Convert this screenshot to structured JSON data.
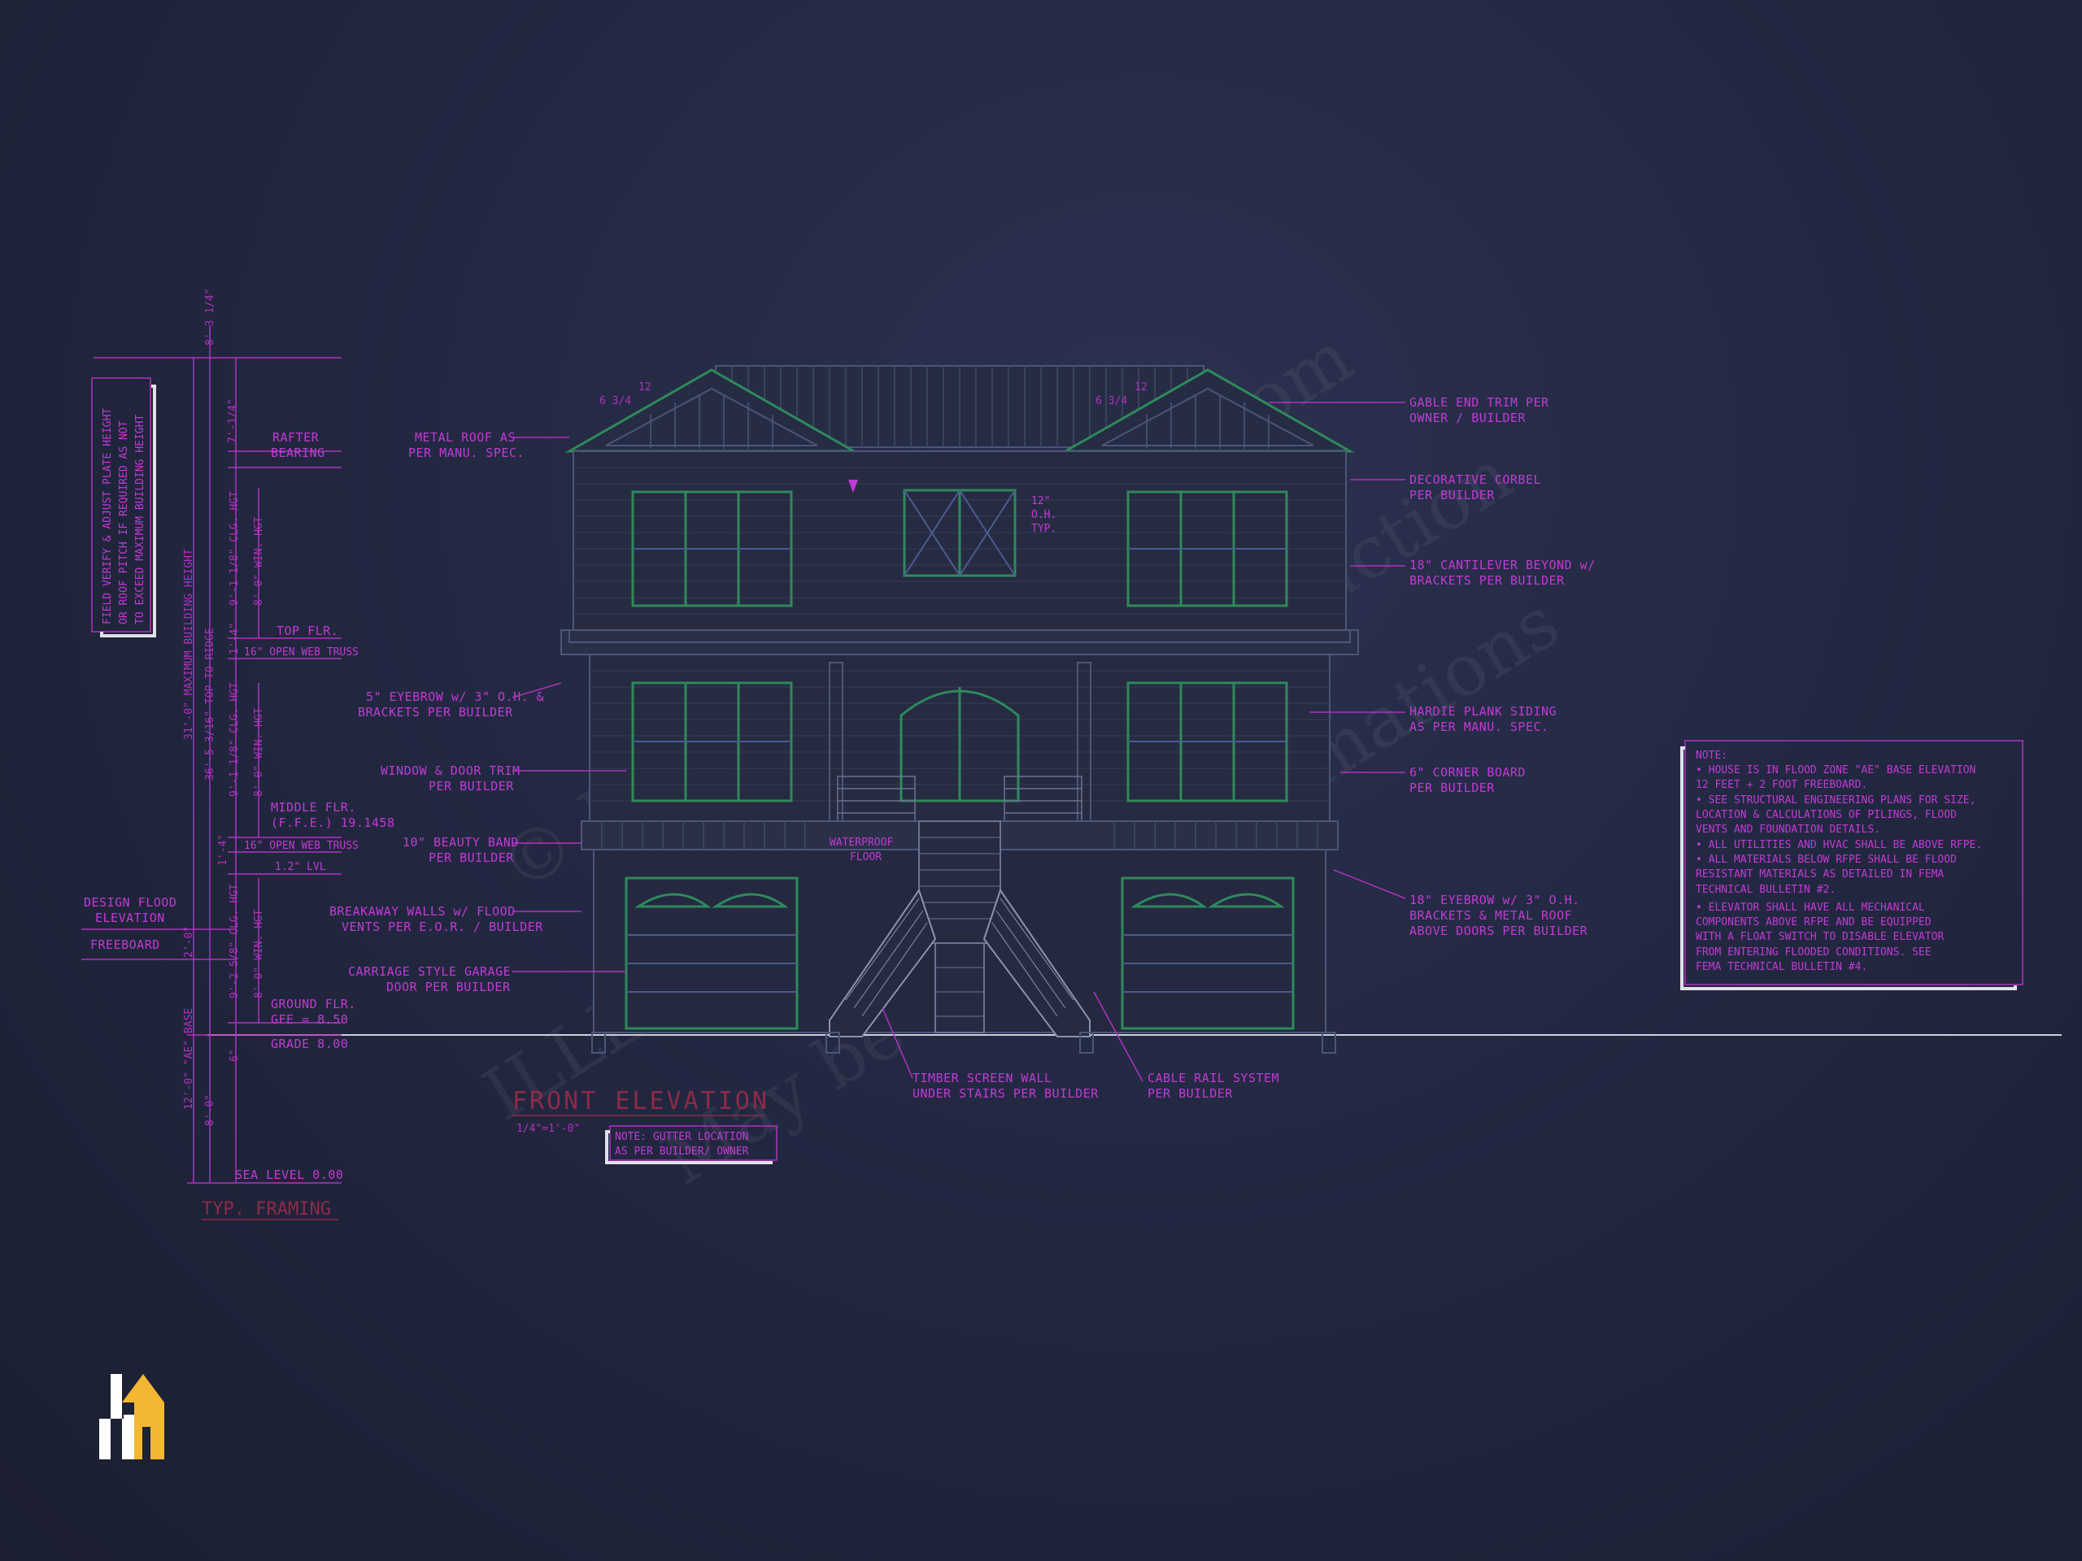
{
  "drawing": {
    "sheet_title": "FRONT ELEVATION",
    "scale": "1/4\"=1'-0\"",
    "framing_title": "TYP. FRAMING",
    "gutter_note": [
      "NOTE: GUTTER LOCATION",
      "AS PER BUILDER/ OWNER"
    ],
    "field_note": [
      "FIELD VERIFY & ADJUST PLATE HEIGHT",
      "OR ROOF PITCH IF REQUIRED AS NOT",
      "TO EXCEED MAXIMUM BUILDING HEIGHT"
    ]
  },
  "watermarks": {
    "copyright": "© MyHomeFloorPlans.com",
    "illegal": "ILLEGAL to use for Construction",
    "estimation": "May be used for Estimations"
  },
  "left_labels": {
    "rafter": [
      "RAFTER",
      "BEARING"
    ],
    "top_flr": "TOP FLR.",
    "truss_upper": "16\" OPEN WEB TRUSS",
    "middle_flr": [
      "MIDDLE FLR.",
      "(F.F.E.) 19.1458"
    ],
    "truss_lower": "16\" OPEN WEB TRUSS",
    "lvl": "1.2\" LVL",
    "design_flood": [
      "DESIGN FLOOD",
      "ELEVATION"
    ],
    "freeboard": "FREEBOARD",
    "ground_flr": [
      "GROUND FLR.",
      "GFE = 8.50"
    ],
    "grade": "GRADE 8.00",
    "sea_level": "SEA LEVEL 0.00"
  },
  "dimensions": {
    "top": "8'-3 1/4\"",
    "roof": "7'-1/4\"",
    "upper_clg": "9'-1 1/8\" CLG. HGT",
    "upper_win": "8'-0\" WIN. HGT",
    "upper_truss": "1'-4\"",
    "middle_clg": "9'-1 1/8\" CLG. HGT",
    "middle_win": "8'-0\" WIN. HGT",
    "mid_truss": "1'-4\"",
    "lower_clg": "9'-2 5/8\" CLG. HGT",
    "lower_win": "8'-0\" WIN. HGT",
    "lower_two": "2'-0\"",
    "grade_offset": "6\"",
    "ae_base": "12'-0\" \"AE\" BASE",
    "sea_dim": "8'-0\"",
    "max_height": "31'-0\" MAXIMUM BUILDING HEIGHT",
    "to_ridge": "36'-5 3/16\" TOP TO RIDGE",
    "pitch_left": "6 3/4",
    "pitch_left_run": "12",
    "pitch_right": "6 3/4",
    "pitch_right_run": "12"
  },
  "callouts_left": {
    "metal_roof": [
      "METAL ROOF AS",
      "PER MANU. SPEC."
    ],
    "eyebrow": [
      "5\" EYEBROW w/ 3\" O.H. &",
      "BRACKETS PER BUILDER"
    ],
    "window_trim": [
      "WINDOW & DOOR TRIM",
      "PER BUILDER"
    ],
    "beauty_band": [
      "10\" BEAUTY BAND",
      "PER BUILDER"
    ],
    "breakaway": [
      "BREAKAWAY WALLS w/ FLOOD",
      "VENTS PER E.O.R. / BUILDER"
    ],
    "garage_door": [
      "CARRIAGE STYLE GARAGE",
      "DOOR PER BUILDER"
    ]
  },
  "callouts_right": {
    "gable_trim": [
      "GABLE END TRIM PER",
      "OWNER / BUILDER"
    ],
    "corbel": [
      "DECORATIVE CORBEL",
      "PER BUILDER"
    ],
    "cantilever": [
      "18\" CANTILEVER BEYOND w/",
      "BRACKETS PER BUILDER"
    ],
    "siding": [
      "HARDIE PLANK SIDING",
      "AS PER MANU. SPEC."
    ],
    "corner_board": [
      "6\" CORNER BOARD",
      "PER BUILDER"
    ],
    "eyebrow_roof": [
      "18\" EYEBROW w/ 3\" O.H.",
      "BRACKETS & METAL ROOF",
      "ABOVE DOORS PER BUILDER"
    ]
  },
  "callouts_center": {
    "waterproof": [
      "WATERPROOF",
      "FLOOR"
    ],
    "oh": [
      "12\"",
      "O.H.",
      "TYP."
    ],
    "timber_screen": [
      "TIMBER SCREEN WALL",
      "UNDER STAIRS PER BUILDER"
    ],
    "cable_rail": [
      "CABLE RAIL SYSTEM",
      "PER BUILDER"
    ]
  },
  "notes": {
    "title": "NOTE:",
    "lines": [
      "• HOUSE IS IN FLOOD ZONE \"AE\" BASE ELEVATION",
      "  12 FEET + 2 FOOT FREEBOARD.",
      "• SEE STRUCTURAL ENGINEERING PLANS FOR SIZE,",
      "  LOCATION & CALCULATIONS OF PILINGS, FLOOD",
      "  VENTS AND FOUNDATION DETAILS.",
      "• ALL UTILITIES AND HVAC SHALL BE ABOVE RFPE.",
      "• ALL MATERIALS BELOW RFPE SHALL BE FLOOD",
      "  RESISTANT MATERIALS AS DETAILED IN FEMA",
      "  TECHNICAL BULLETIN #2.",
      "• ELEVATOR SHALL HAVE ALL MECHANICAL",
      "  COMPONENTS ABOVE RFPE AND BE EQUIPPED",
      "  WITH A FLOAT SWITCH TO DISABLE ELEVATOR",
      "  FROM ENTERING FLOODED CONDITIONS. SEE",
      "  FEMA TECHNICAL BULLETIN #4."
    ]
  },
  "colors": {
    "background": "#1e2234",
    "annotation": "#c23ad4",
    "window_frame": "#2e8a5b",
    "structure": "#4b5777",
    "logo_gold": "#f3b731"
  },
  "logo": {
    "icon": "house-h-logo-icon"
  }
}
